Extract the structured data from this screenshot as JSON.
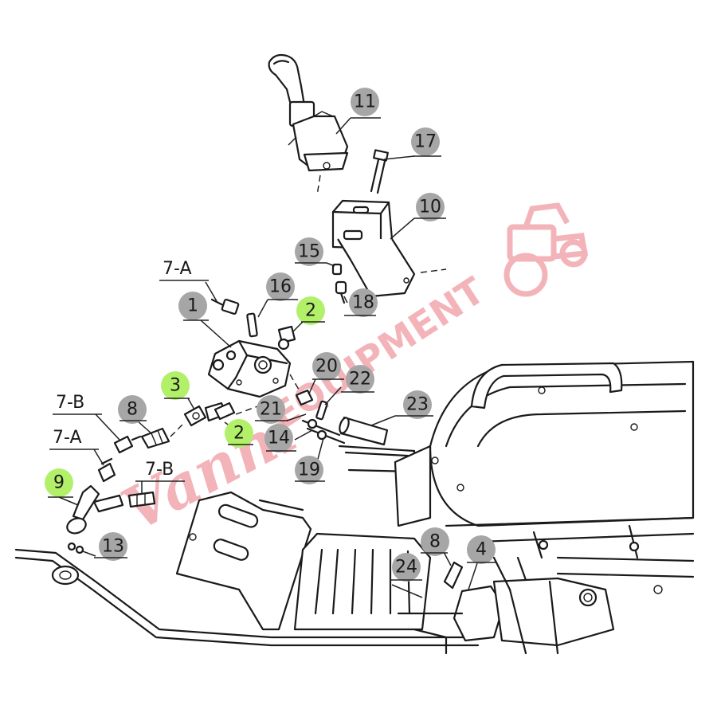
{
  "watermark": {
    "brand": "EQUIPMENT",
    "script": "Vanni",
    "color": "#f2a8ad"
  },
  "colors": {
    "callout_gray": "#a6a6a6",
    "callout_green": "#b2f06a",
    "line": "#1a1a1a"
  },
  "callouts": {
    "c11": "11",
    "c17": "17",
    "c10": "10",
    "c15": "15",
    "c18": "18",
    "c16": "16",
    "c2a": "2",
    "c1": "1",
    "c20": "20",
    "c22": "22",
    "c3": "3",
    "c23": "23",
    "c8a": "8",
    "c21": "21",
    "c2b": "2",
    "c14": "14",
    "c19": "19",
    "c9": "9",
    "c13": "13",
    "c8b": "8",
    "c4": "4",
    "c24": "24"
  },
  "labels": {
    "l7a_top": "7-A",
    "l7b_left": "7-B",
    "l7a_left": "7-A",
    "l7b_mid": "7-B"
  }
}
